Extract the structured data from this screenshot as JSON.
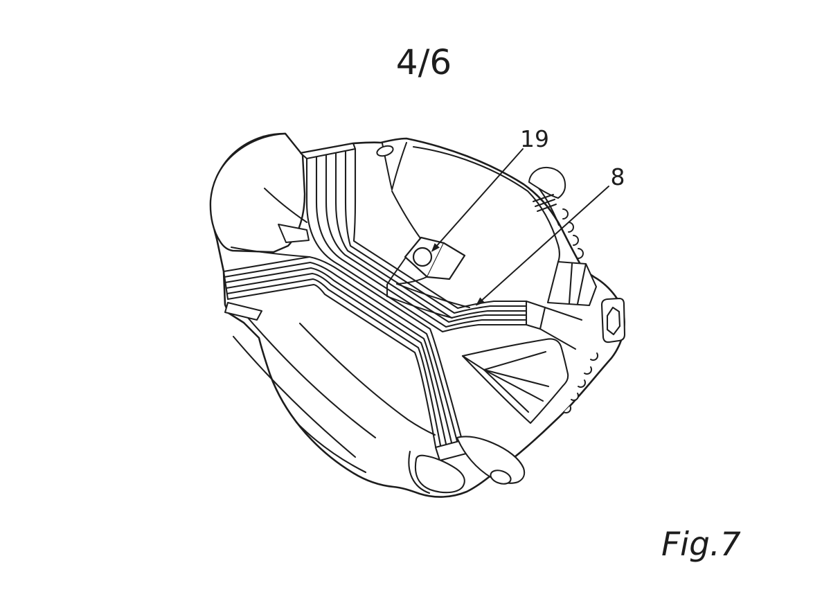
{
  "page": {
    "background_color": "#ffffff",
    "ink_color": "#1d1d1d",
    "sheet_number": "4/6",
    "figure_caption": "Fig.7"
  },
  "figure": {
    "reference_numerals": [
      {
        "label": "19"
      },
      {
        "label": "8"
      }
    ]
  }
}
